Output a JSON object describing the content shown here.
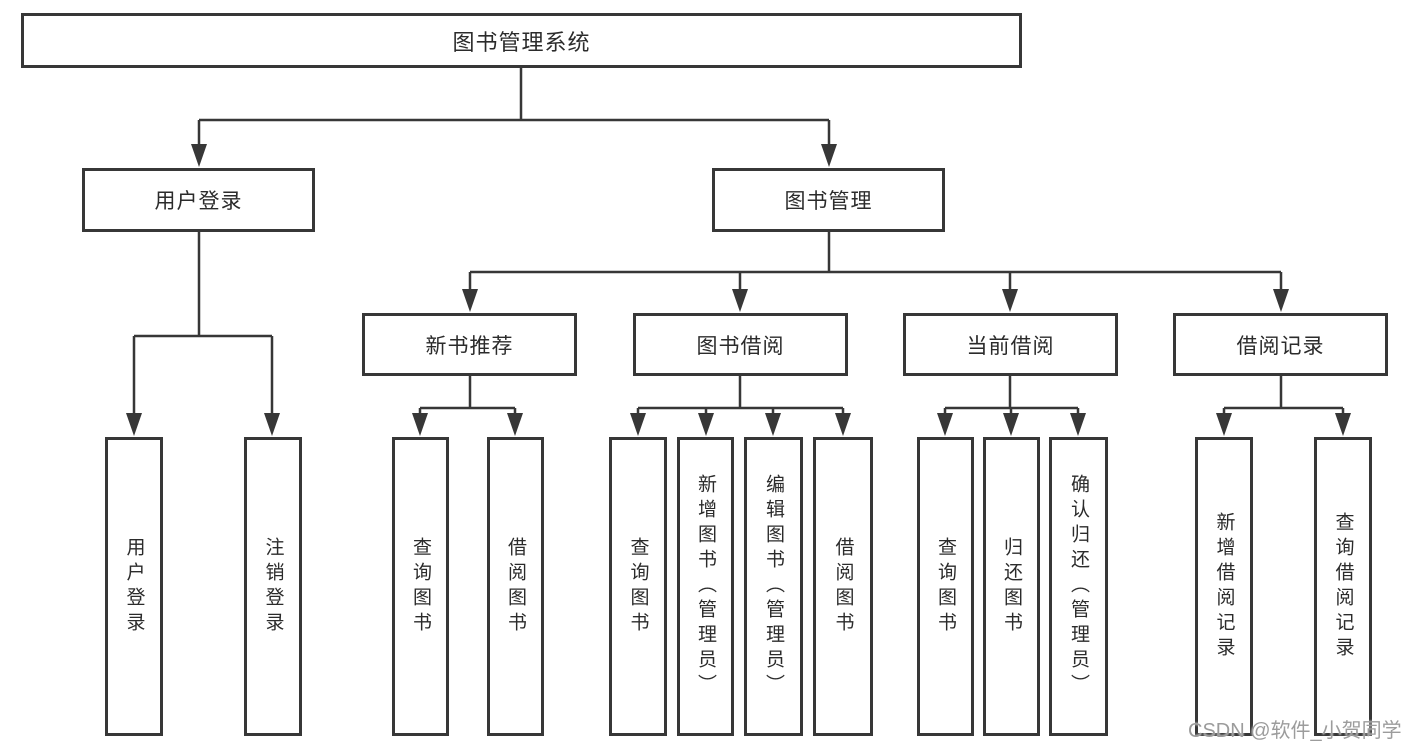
{
  "colors": {
    "line": "#373737",
    "box_border": "#373737",
    "text": "#2b2b2b",
    "watermark": "#9c9c9c",
    "background": "#ffffff"
  },
  "nodes": {
    "root": {
      "label": "图书管理系统"
    },
    "level2": [
      {
        "label": "用户登录",
        "parent": "图书管理系统"
      },
      {
        "label": "图书管理",
        "parent": "图书管理系统"
      }
    ],
    "level3": [
      {
        "label": "新书推荐",
        "parent": "图书管理"
      },
      {
        "label": "图书借阅",
        "parent": "图书管理"
      },
      {
        "label": "当前借阅",
        "parent": "图书管理"
      },
      {
        "label": "借阅记录",
        "parent": "图书管理"
      }
    ],
    "leaves": [
      {
        "label": "用户登录",
        "parent": "用户登录"
      },
      {
        "label": "注销登录",
        "parent": "用户登录"
      },
      {
        "label": "查询图书",
        "parent": "新书推荐"
      },
      {
        "label": "借阅图书",
        "parent": "新书推荐"
      },
      {
        "label": "查询图书",
        "parent": "图书借阅"
      },
      {
        "label": "新增图书（管理员）",
        "parent": "图书借阅"
      },
      {
        "label": "编辑图书（管理员）",
        "parent": "图书借阅"
      },
      {
        "label": "借阅图书",
        "parent": "图书借阅"
      },
      {
        "label": "查询图书",
        "parent": "当前借阅"
      },
      {
        "label": "归还图书",
        "parent": "当前借阅"
      },
      {
        "label": "确认归还（管理员）",
        "parent": "当前借阅"
      },
      {
        "label": "新增借阅记录",
        "parent": "借阅记录"
      },
      {
        "label": "查询借阅记录",
        "parent": "借阅记录"
      }
    ]
  },
  "watermark": {
    "text": "CSDN @软件_小贺同学"
  }
}
